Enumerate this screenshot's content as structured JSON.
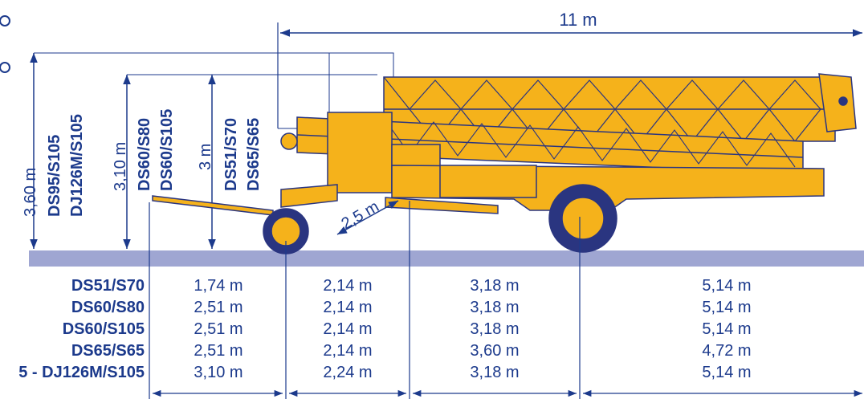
{
  "colors": {
    "blue": "#1c3a8c",
    "crane_yellow": "#f5b21b",
    "crane_outline": "#2a3580",
    "ground": "#9fa6d2",
    "wheel_hub": "#2a3580"
  },
  "top_dimension": "11 m",
  "radius_dimension": "2,5 m",
  "height_groups": [
    {
      "height": "3,60 m",
      "models": [
        "DS95/S105",
        "DJ126M/S105"
      ]
    },
    {
      "height": "3,10 m",
      "models": [
        "DS60/S80",
        "DS60/S105"
      ]
    },
    {
      "height": "3 m",
      "models": [
        "DS51/S70",
        "DS65/S65"
      ]
    }
  ],
  "table": {
    "rows": [
      {
        "model": "DS51/S70",
        "values": [
          "1,74 m",
          "2,14 m",
          "3,18 m",
          "5,14 m"
        ]
      },
      {
        "model": "DS60/S80",
        "values": [
          "2,51 m",
          "2,14 m",
          "3,18 m",
          "5,14 m"
        ]
      },
      {
        "model": "DS60/S105",
        "values": [
          "2,51 m",
          "2,14 m",
          "3,18 m",
          "5,14 m"
        ]
      },
      {
        "model": "DS65/S65",
        "values": [
          "2,51 m",
          "2,14 m",
          "3,60 m",
          "4,72 m"
        ]
      },
      {
        "model": "5 - DJ126M/S105",
        "values": [
          "3,10 m",
          "2,24 m",
          "3,18 m",
          "5,14 m"
        ]
      }
    ]
  },
  "icons": [
    "circle-marker-icon",
    "arrow-icon"
  ]
}
